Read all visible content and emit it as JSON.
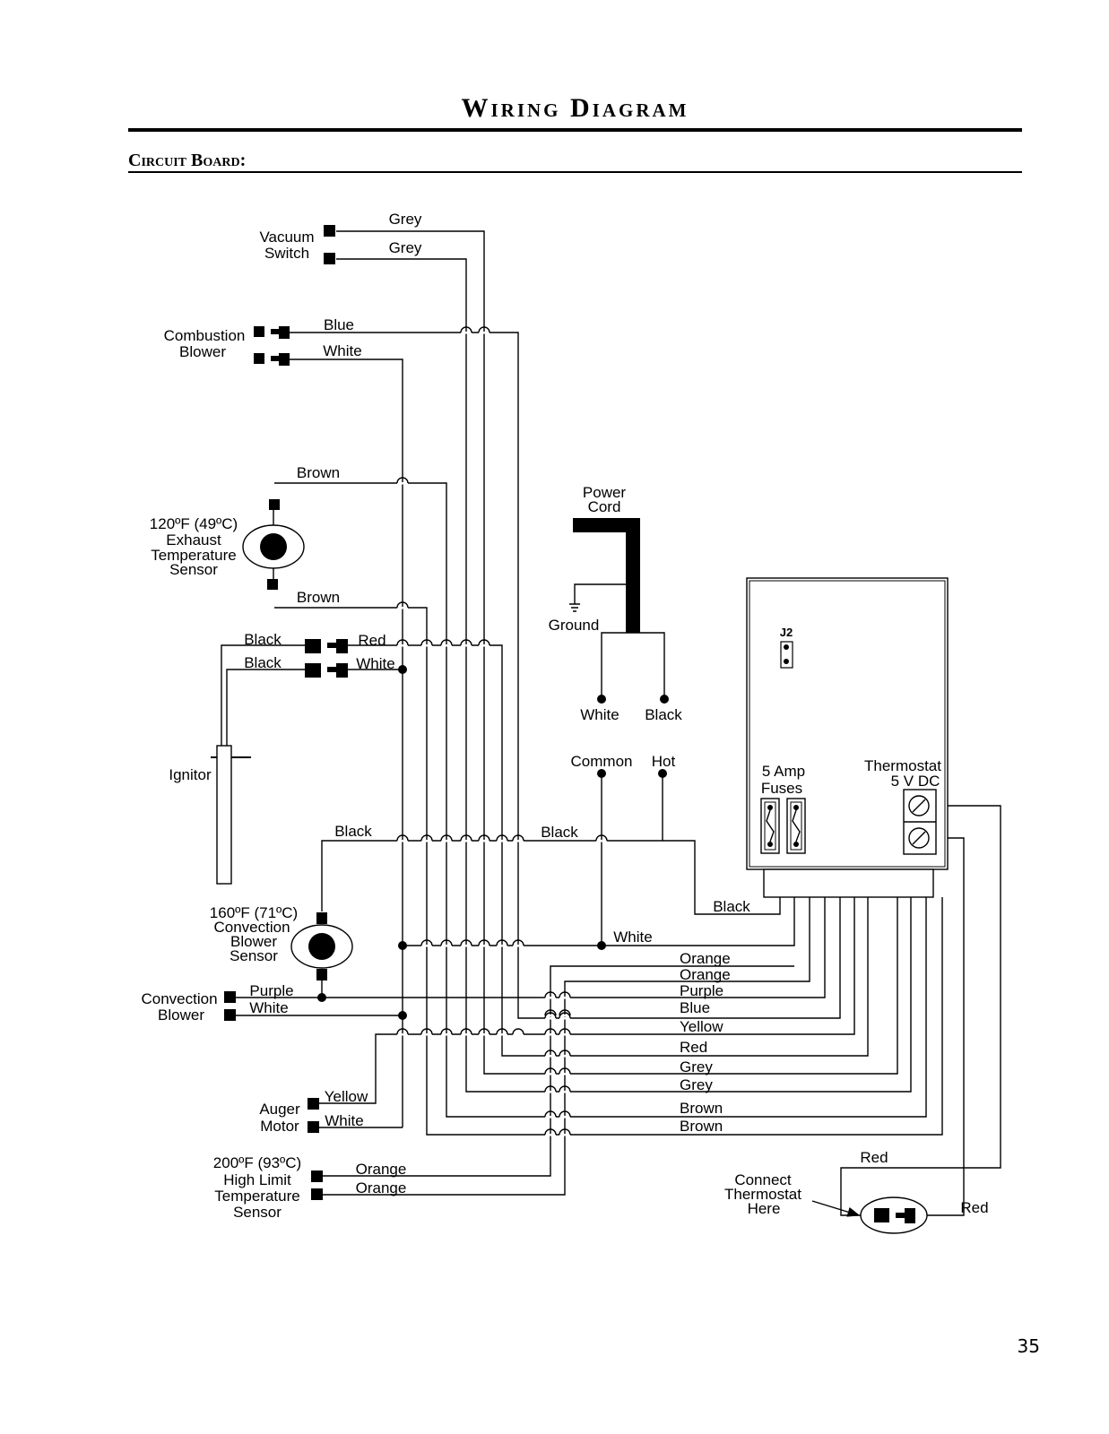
{
  "header": {
    "title": "Wiring Diagram",
    "section": "Circuit Board:"
  },
  "components": {
    "vacuum_switch": [
      "Vacuum",
      "Switch"
    ],
    "combustion_blower": [
      "Combustion",
      "Blower"
    ],
    "exhaust_sensor": [
      "120ºF (49ºC)",
      "Exhaust",
      "Temperature",
      "Sensor"
    ],
    "ignitor": "Ignitor",
    "convection_sensor": [
      "160ºF (71ºC)",
      "Convection",
      "Blower",
      "Sensor"
    ],
    "convection_blower": [
      "Convection",
      "Blower"
    ],
    "auger_motor": [
      "Auger",
      "Motor"
    ],
    "high_limit_sensor": [
      "200ºF (93ºC)",
      "High Limit",
      "Temperature",
      "Sensor"
    ],
    "power_cord": [
      "Power",
      "Cord"
    ],
    "ground": "Ground",
    "cord_white": "White",
    "cord_black": "Black",
    "common": "Common",
    "hot": "Hot",
    "board_j2": "J2",
    "fuses": [
      "5 Amp",
      "Fuses"
    ],
    "thermostat": [
      "Thermostat",
      "5 V DC"
    ],
    "connect_thermostat": [
      "Connect",
      "Thermostat",
      "Here"
    ]
  },
  "wire_labels": {
    "vacuum_grey_1": "Grey",
    "vacuum_grey_2": "Grey",
    "combustion_blue": "Blue",
    "combustion_white": "White",
    "exhaust_brown_1": "Brown",
    "exhaust_brown_2": "Brown",
    "ignitor_black_1": "Black",
    "ignitor_black_2": "Black",
    "ignitor_red": "Red",
    "ignitor_white": "White",
    "sensor_black": "Black",
    "hot_black": "Black",
    "board_black": "Black",
    "common_white": "White",
    "blower_purple": "Purple",
    "blower_white": "White",
    "auger_yellow": "Yellow",
    "auger_white": "White",
    "limit_orange_1": "Orange",
    "limit_orange_2": "Orange",
    "thermo_red_1": "Red",
    "thermo_red_2": "Red"
  },
  "board_wires": [
    "Orange",
    "Orange",
    "Purple",
    "Blue",
    "Yellow",
    "Red",
    "Grey",
    "Grey",
    "Brown",
    "Brown"
  ],
  "page_number": "35"
}
